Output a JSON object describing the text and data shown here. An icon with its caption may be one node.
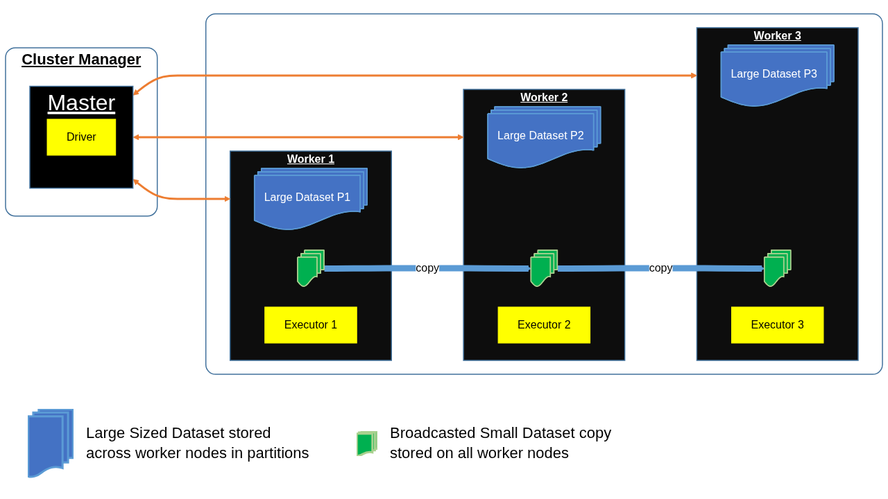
{
  "diagram": {
    "nodes": [
      {
        "text": [
          "Cluster Manager"
        ]
      },
      {
        "text": [
          "Master"
        ],
        "in": 0
      },
      {
        "text": [
          "Driver"
        ],
        "in": 1
      },
      {
        "text": [],
        "shape": "box"
      },
      {
        "text": [
          "Worker 1"
        ],
        "in": 3
      },
      {
        "text": [
          "Large Dataset P1"
        ],
        "in": 4
      },
      {
        "text": [],
        "shape": "document",
        "in": 4
      },
      {
        "text": [
          "Executor 1"
        ],
        "in": 4
      },
      {
        "text": [
          "Worker 2"
        ],
        "in": 3
      },
      {
        "text": [
          "Large Dataset P2"
        ],
        "in": 8
      },
      {
        "text": [],
        "shape": "document",
        "in": 8
      },
      {
        "text": [
          "Executor 2"
        ],
        "in": 8
      },
      {
        "text": [
          "Worker 3"
        ],
        "in": 3
      },
      {
        "text": [
          "Large Dataset P3"
        ],
        "in": 12
      },
      {
        "text": [],
        "shape": "document",
        "in": 12
      },
      {
        "text": [
          "Executor 3"
        ],
        "in": 12
      }
    ],
    "edges": [
      {
        "from": 1,
        "to": 4,
        "arrow": "both"
      },
      {
        "from": 1,
        "to": 8,
        "arrow": "both"
      },
      {
        "from": 1,
        "to": 12,
        "arrow": "both"
      },
      {
        "from": 6,
        "to": 10,
        "arrow": "to",
        "label": "copy",
        "style": "thick",
        "color": "#5b9bd5"
      },
      {
        "from": 10,
        "to": 14,
        "arrow": "to",
        "label": "copy",
        "style": "thick",
        "color": "#5b9bd5"
      }
    ],
    "legend": [
      {
        "text": "Large Sized Dataset stored across worker nodes in partitions"
      },
      {
        "text": "Broadcasted Small Dataset copy stored on all worker nodes"
      }
    ]
  }
}
